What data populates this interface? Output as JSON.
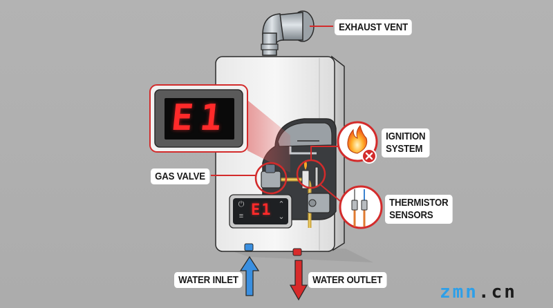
{
  "diagram": {
    "title": "Tankless water heater E1 error diagram",
    "error_code": "E1",
    "panel_code": "E1",
    "labels": {
      "exhaust_vent": "EXHAUST VENT",
      "ignition_line1": "IGNITION",
      "ignition_line2": "SYSTEM",
      "gas_valve": "GAS VALVE",
      "thermistor_line1": "THERMISTOR",
      "thermistor_line2": "SENSORS",
      "water_inlet": "WATER INLET",
      "water_outlet": "WATER OUTLET"
    },
    "panel_icons": [
      "power-icon",
      "menu-icon",
      "chevron-up-icon",
      "chevron-down-icon"
    ],
    "colors": {
      "background": "#afafaf",
      "callout_red": "#d32b2b",
      "display_red": "#ff2a2a",
      "inlet_blue": "#3a8fe0",
      "outlet_red": "#d82a2a"
    }
  },
  "watermark": {
    "part1": "zmn",
    "part2": ".cn"
  }
}
